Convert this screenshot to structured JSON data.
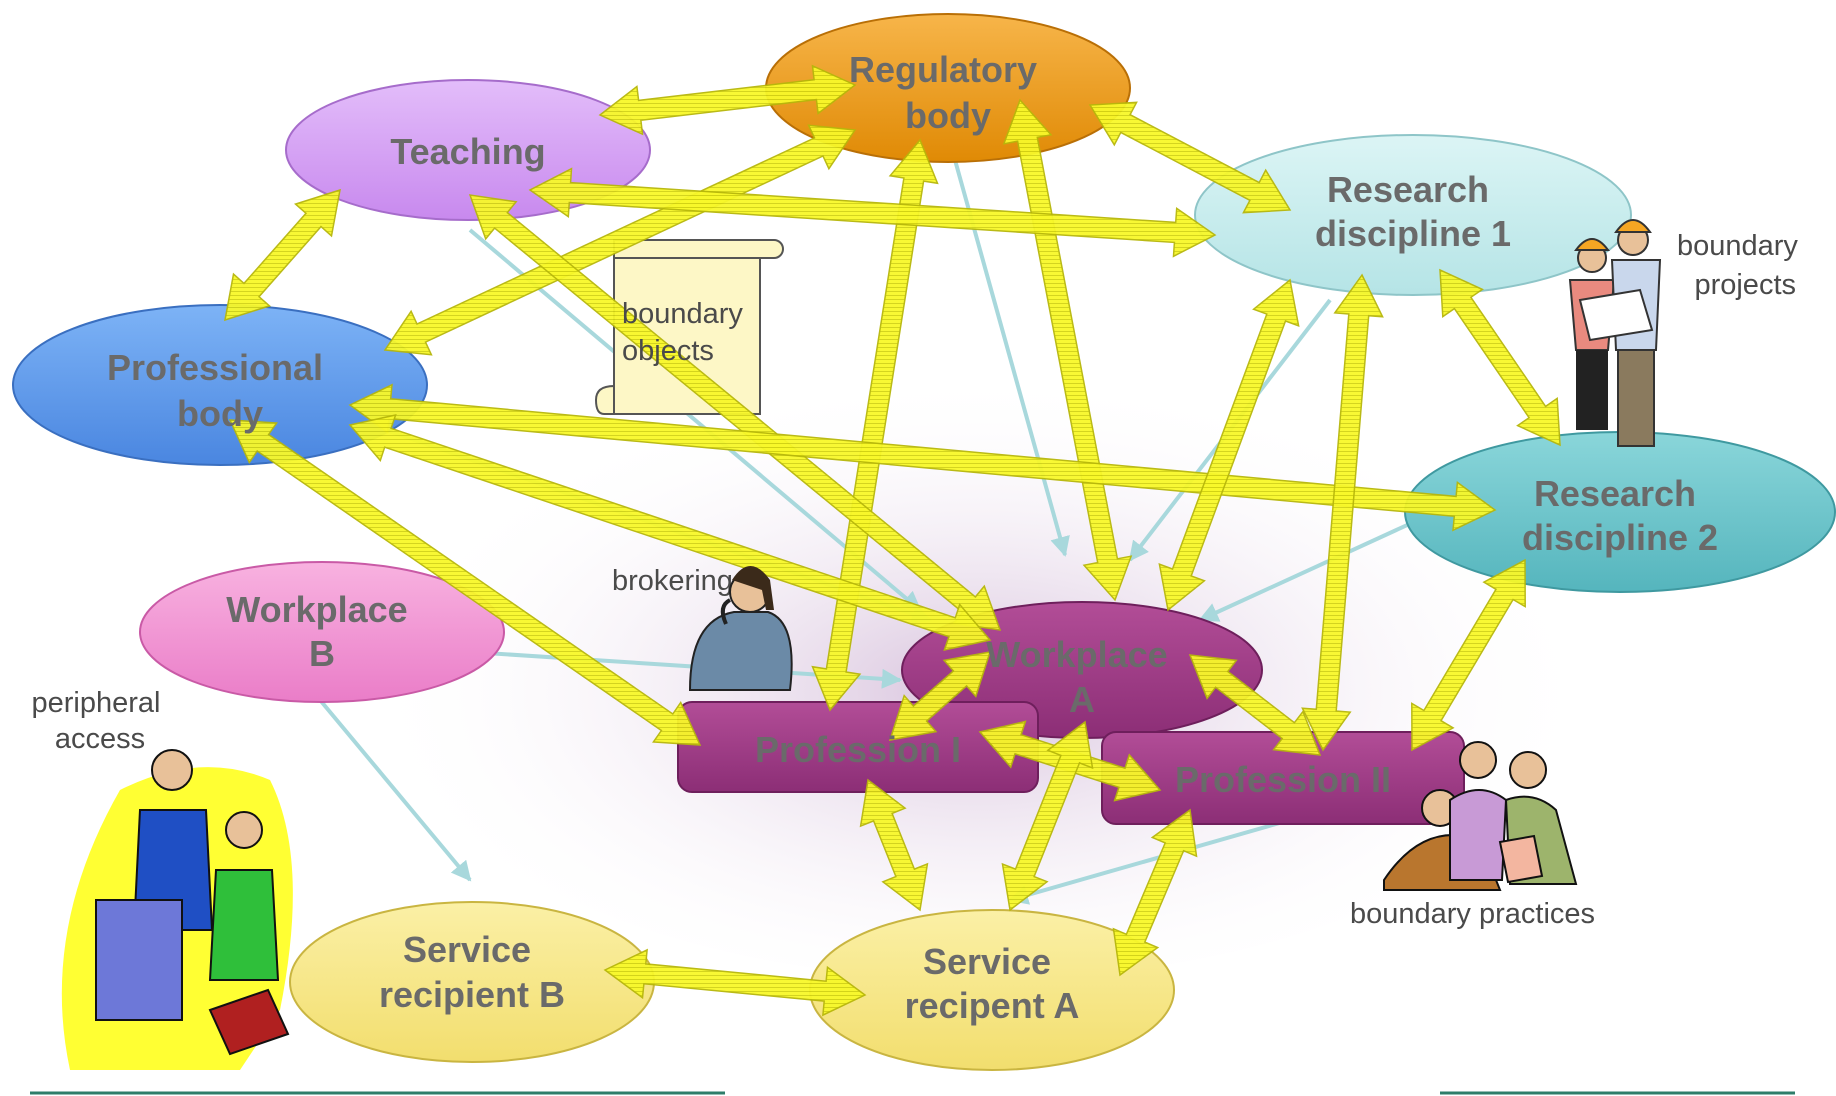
{
  "nodes": {
    "regulatory_body": [
      "Regulatory",
      "body"
    ],
    "teaching": [
      "Teaching"
    ],
    "research_1": [
      "Research",
      "discipline 1"
    ],
    "professional_body": [
      "Professional",
      "body"
    ],
    "research_2": [
      "Research",
      "discipline 2"
    ],
    "workplace_b": [
      "Workplace",
      "B"
    ],
    "workplace_a": [
      "Workplace",
      "A"
    ],
    "profession_1": [
      "Profession I"
    ],
    "profession_2": [
      "Profession II"
    ],
    "service_b": [
      "Service",
      "recipient B"
    ],
    "service_a": [
      "Service",
      "recipent A"
    ]
  },
  "annotations": {
    "boundary_objects": [
      "boundary",
      "objects"
    ],
    "boundary_projects": [
      "boundary",
      "projects"
    ],
    "brokering": "brokering",
    "peripheral_access": [
      "peripheral",
      "access"
    ],
    "boundary_practices": "boundary practices"
  },
  "colors": {
    "regulatory": "#f39c12",
    "teaching": "#d6a0f4",
    "research_1": "#c4ecec",
    "professional": "#5f9ef0",
    "research_2": "#6cc6cc",
    "workplace_b": "#f596d6",
    "workplace_a": "#a13a86",
    "service": "#f8ea8c",
    "arrow": "#f5f520",
    "thin_arrow": "#a8d8dc"
  }
}
